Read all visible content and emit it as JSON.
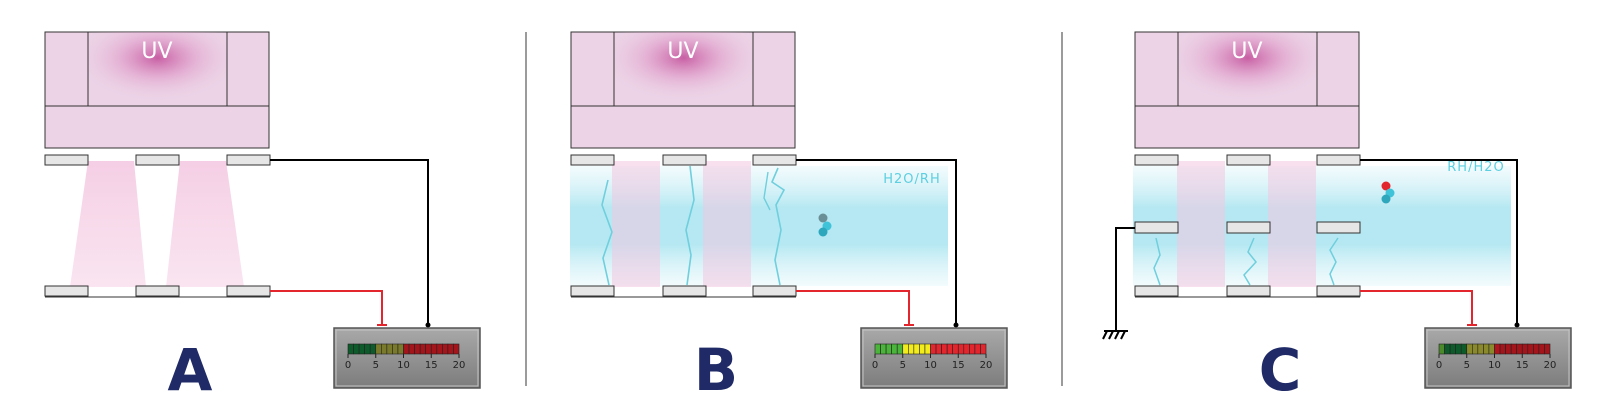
{
  "panels": [
    {
      "letter": "A",
      "uv_label": "UV",
      "humidity_label": "",
      "meter_segment_colors": [
        "#0d5a2a",
        "#0d5a2a",
        "#0d5a2a",
        "#0d5a2a",
        "#0d5a2a",
        "#7a7a2c",
        "#7a7a2c",
        "#7a7a2c",
        "#7a7a2c",
        "#7a7a2c",
        "#a3141b",
        "#a3141b",
        "#a3141b",
        "#a3141b",
        "#a3141b",
        "#a3141b",
        "#a3141b",
        "#a3141b",
        "#a3141b",
        "#a3141b"
      ]
    },
    {
      "letter": "B",
      "uv_label": "UV",
      "humidity_label": "H2O/RH",
      "meter_segment_colors": [
        "#4bb43a",
        "#4bb43a",
        "#4bb43a",
        "#4bb43a",
        "#4bb43a",
        "#f3ec1c",
        "#f3ec1c",
        "#f3ec1c",
        "#f3ec1c",
        "#f3ec1c",
        "#e3262e",
        "#e3262e",
        "#e3262e",
        "#e3262e",
        "#e3262e",
        "#e3262e",
        "#e3262e",
        "#e3262e",
        "#e3262e",
        "#e3262e"
      ]
    },
    {
      "letter": "C",
      "uv_label": "UV",
      "humidity_label": "RH/H2O",
      "meter_segment_colors": [
        "#4a8a2a",
        "#0d5a2a",
        "#0d5a2a",
        "#0d5a2a",
        "#0d5a2a",
        "#8a8a2c",
        "#8a8a2c",
        "#8a8a2c",
        "#8a8a2c",
        "#8a8a2c",
        "#b3141b",
        "#a3141b",
        "#a3141b",
        "#a3141b",
        "#a3141b",
        "#a3141b",
        "#a3141b",
        "#a3141b",
        "#a3141b",
        "#a3141b"
      ]
    }
  ],
  "meter_ticks": [
    "0",
    "5",
    "10",
    "15",
    "20"
  ],
  "colors": {
    "uv_housing": "#ecd3e6",
    "uv_glow": "#c86aa8",
    "uv_beam": "#f6d8ea",
    "humidity_band": "#9fe1ef",
    "signal_wire": "#e3262e",
    "ground_wire": "#000000",
    "letter": "#1f2a66",
    "divider": "#9b9b9b",
    "meter_body": "#8c8c8c"
  }
}
